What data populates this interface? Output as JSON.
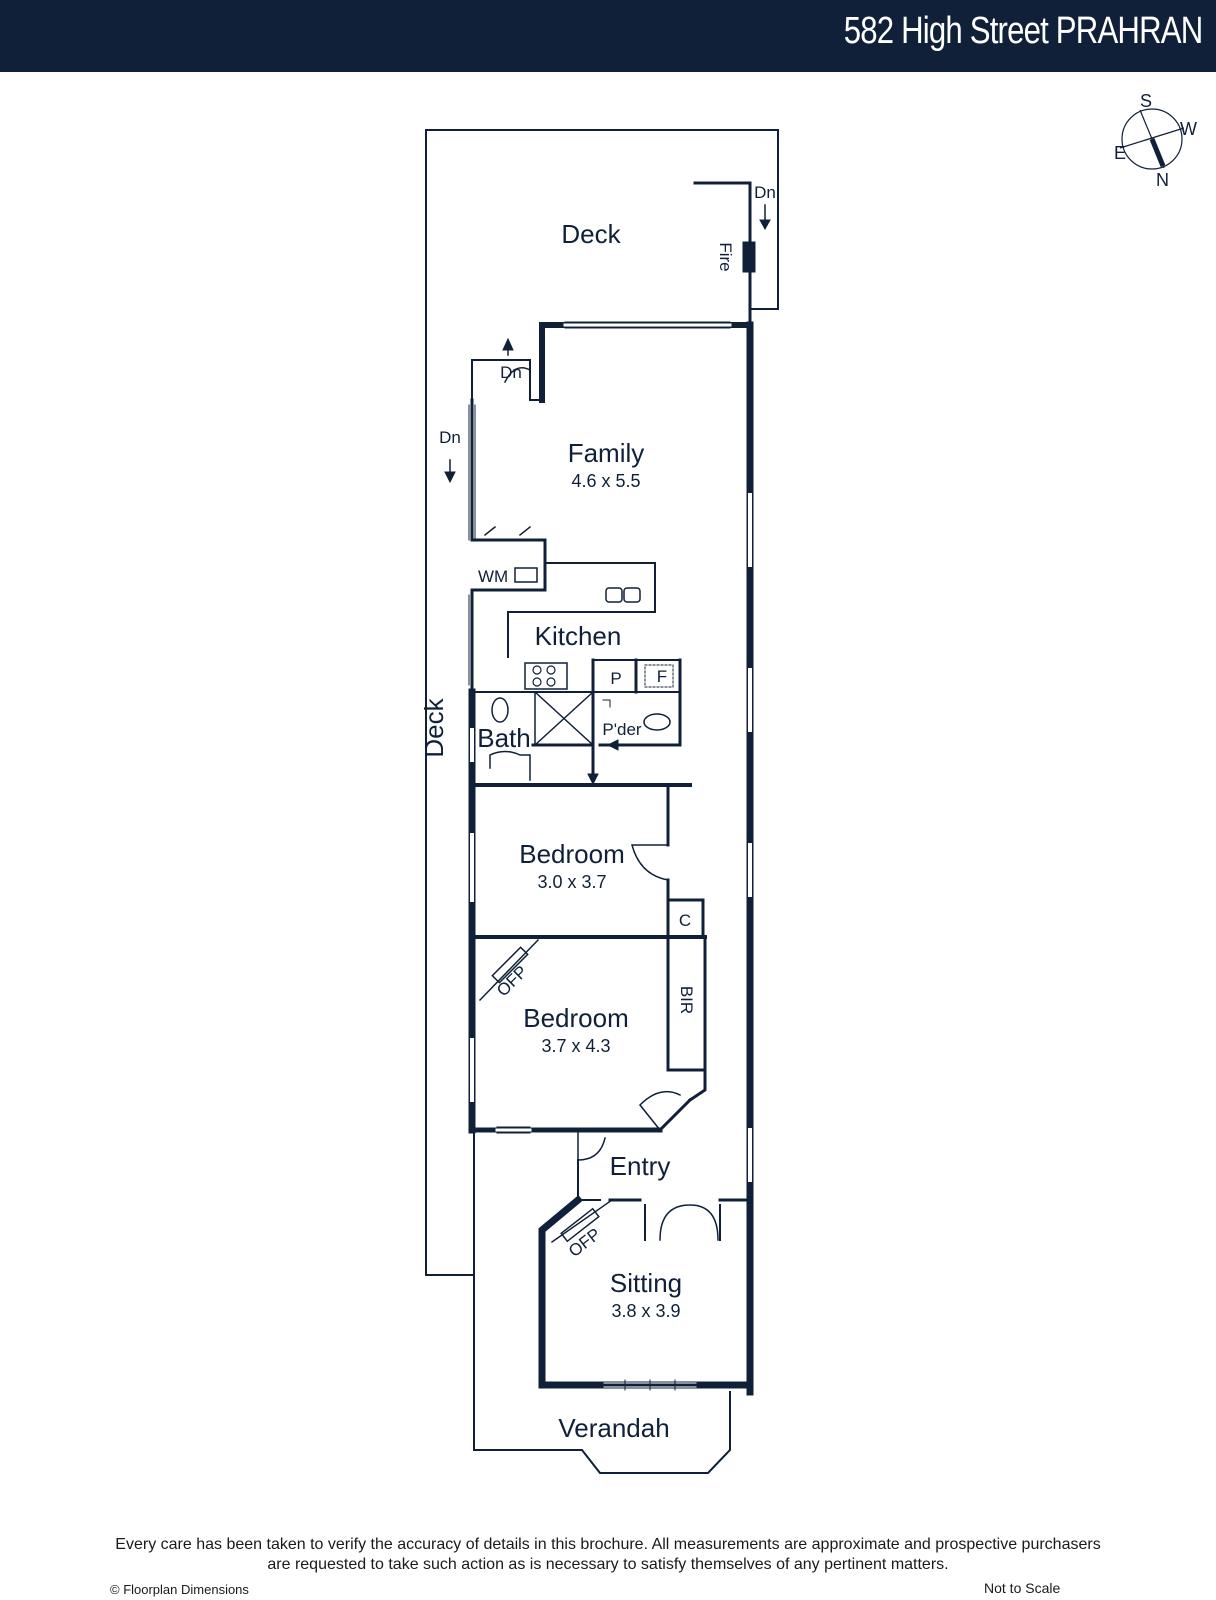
{
  "header": {
    "address": "582 High Street PRAHRAN"
  },
  "compass": {
    "s": "S",
    "w": "W",
    "e": "E",
    "n": "N"
  },
  "rooms": {
    "deck_rear": "Deck",
    "deck_side": "Deck",
    "family": {
      "name": "Family",
      "dim": "4.6 x 5.5"
    },
    "kitchen": "Kitchen",
    "bath": "Bath",
    "powder": "P'der",
    "pantry": "P",
    "fridge": "F",
    "washing_machine": "WM",
    "bedroom1": {
      "name": "Bedroom",
      "dim": "3.0 x 3.7"
    },
    "bedroom2": {
      "name": "Bedroom",
      "dim": "3.7 x 4.3"
    },
    "closet": "C",
    "built_in_robe": "BIR",
    "entry": "Entry",
    "sitting": {
      "name": "Sitting",
      "dim": "3.8 x 3.9"
    },
    "verandah": "Verandah",
    "ofp1": "OFP",
    "ofp2": "OFP",
    "fire": "Fire",
    "dn1": "Dn",
    "dn2": "Dn",
    "dn3": "Dn"
  },
  "footer": {
    "disclaimer_line1": "Every care has been taken to verify the accuracy of details in this brochure. All measurements are approximate and prospective purchasers",
    "disclaimer_line2": "are requested to take such action as is necessary to satisfy themselves of any pertinent matters.",
    "credit": "© Floorplan Dimensions",
    "scale_note": "Not to Scale"
  },
  "colors": {
    "brand_navy": "#0f2038",
    "wall": "#0f2038"
  }
}
